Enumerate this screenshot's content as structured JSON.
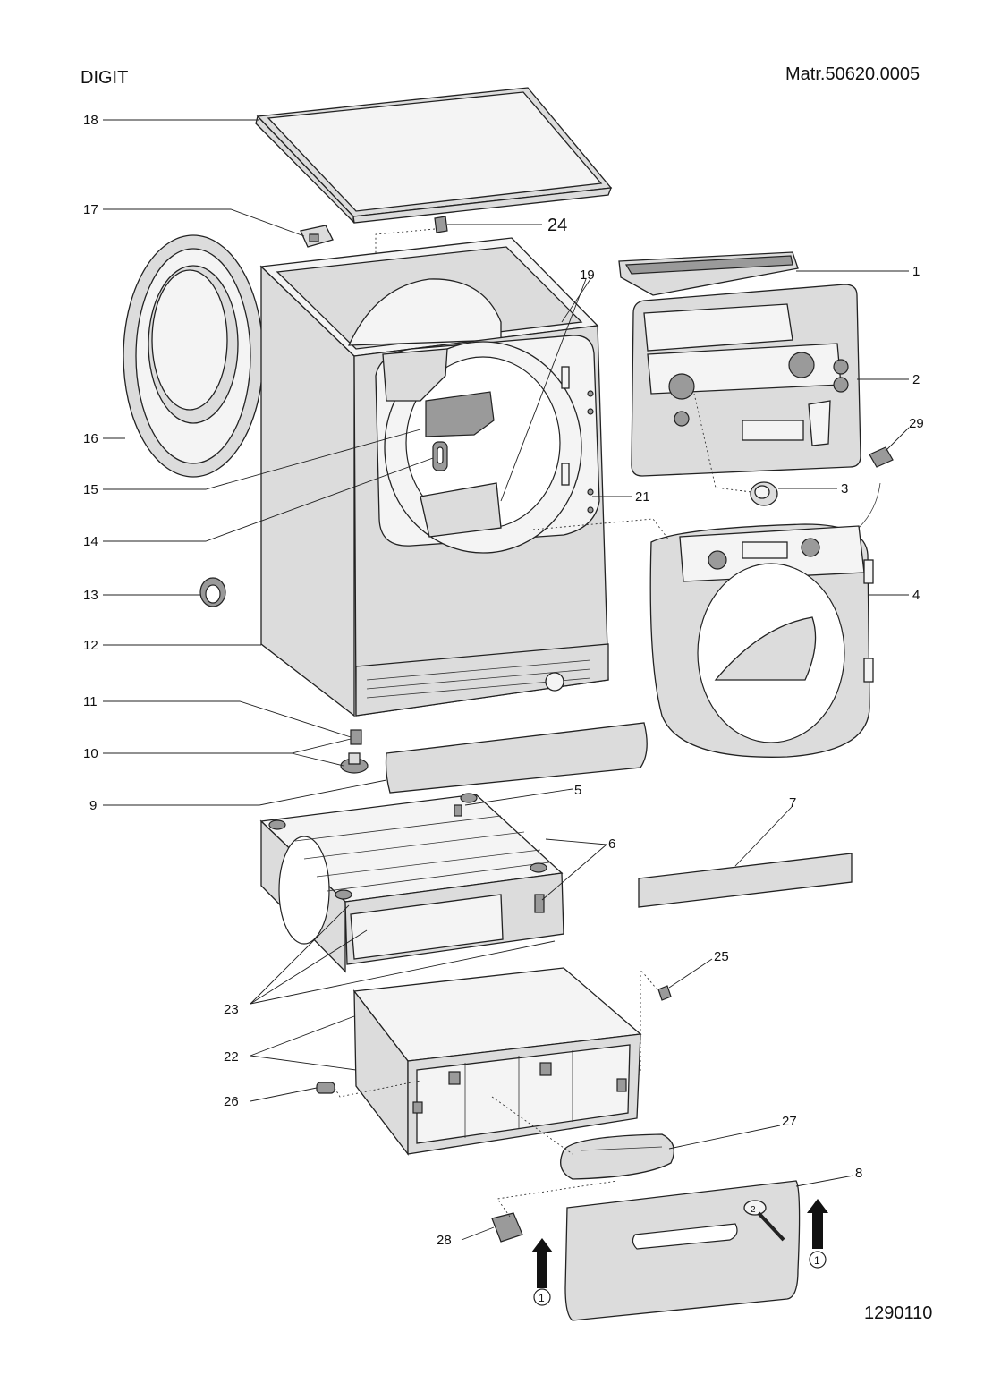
{
  "header": {
    "model": "DIGIT",
    "matr": "Matr.50620.0005",
    "drawing_no": "1290110"
  },
  "labels": {
    "p1": "1",
    "p2": "2",
    "p3": "3",
    "p4": "4",
    "p5": "5",
    "p6": "6",
    "p7": "7",
    "p8": "8",
    "p9": "9",
    "p10": "10",
    "p11": "11",
    "p12": "12",
    "p13": "13",
    "p14": "14",
    "p15": "15",
    "p16": "16",
    "p17": "17",
    "p18": "18",
    "p19": "19",
    "p21": "21",
    "p22": "22",
    "p23": "23",
    "p24": "24",
    "p25": "25",
    "p26": "26",
    "p27": "27",
    "p28": "28",
    "p29": "29"
  },
  "arrow_marks": {
    "a1": "1",
    "a2": "1",
    "a3": "2"
  }
}
